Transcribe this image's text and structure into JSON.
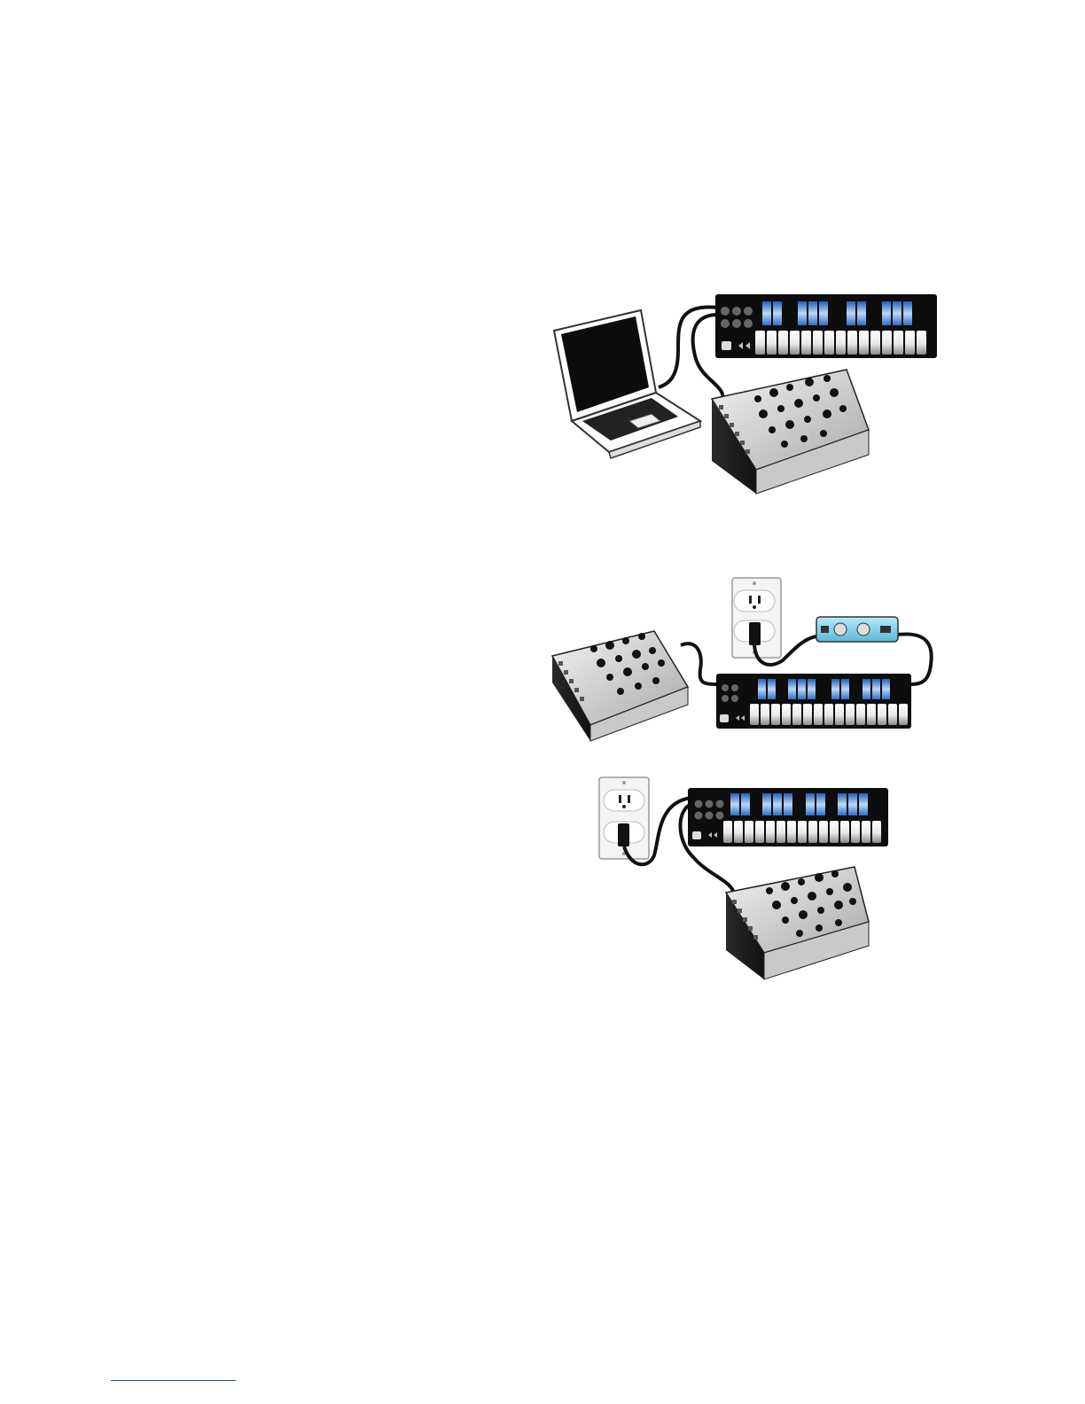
{
  "page": {
    "background": "#ffffff",
    "footnote_rule_color": "#1f4e9c"
  },
  "figures": [
    {
      "name": "laptop-keyboard-synth",
      "devices": [
        "laptop",
        "keyboard-controller",
        "synth-module"
      ]
    },
    {
      "name": "synth-keyboard-midi-interface-outlet",
      "devices": [
        "synth-module",
        "keyboard-controller",
        "midi-interface",
        "wall-outlet"
      ]
    },
    {
      "name": "outlet-keyboard-synth",
      "devices": [
        "wall-outlet",
        "keyboard-controller",
        "synth-module"
      ]
    }
  ],
  "colors": {
    "key_blue": "#4a90e0",
    "panel_black": "#111111",
    "chassis_silver": "#cfcfcf",
    "interface_cyan": "#7fd0e8"
  }
}
